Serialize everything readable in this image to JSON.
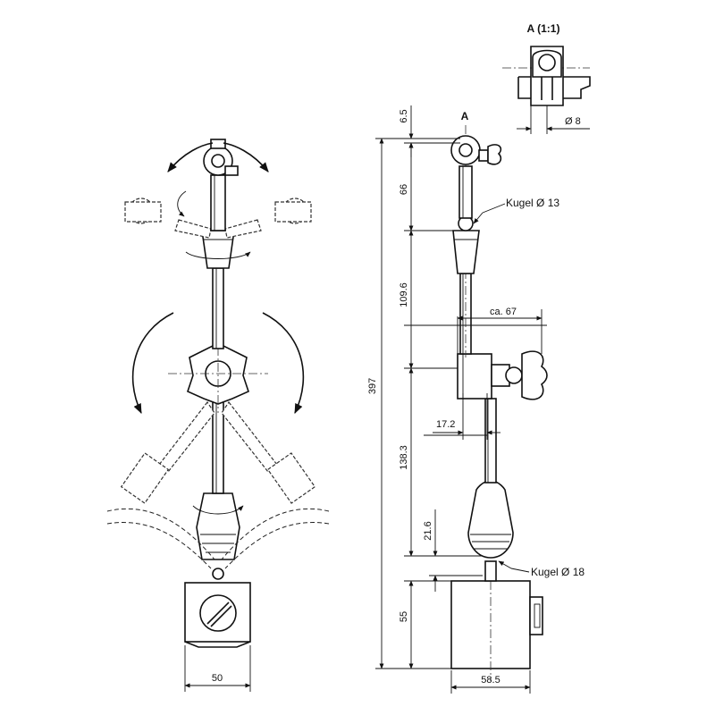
{
  "detail": {
    "title": "A (1:1)",
    "diameter": "Ø 8"
  },
  "callout_a": "A",
  "labels": {
    "ball_top": "Kugel Ø 13",
    "ball_bottom": "Kugel Ø 18"
  },
  "dimensions": {
    "d_6_5": "6.5",
    "d_66": "66",
    "d_109_6": "109.6",
    "d_397": "397",
    "d_ca67": "ca. 67",
    "d_17_2": "17.2",
    "d_138_3": "138.3",
    "d_21_6": "21.6",
    "d_55": "55",
    "d_58_5": "58.5",
    "d_50": "50"
  }
}
